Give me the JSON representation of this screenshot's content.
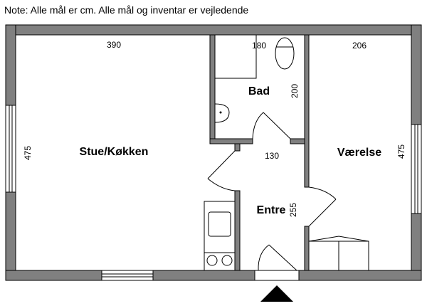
{
  "note": "Note: Alle mål er cm. Alle mål og inventar er vejledende",
  "rooms": {
    "living": {
      "label": "Stue/Køkken",
      "width": "390",
      "depth": "475"
    },
    "bath": {
      "label": "Bad",
      "width": "180",
      "depth": "200"
    },
    "hall": {
      "label": "Entre",
      "width": "130",
      "depth": "255"
    },
    "bedroom": {
      "label": "Værelse",
      "width": "206",
      "depth": "475"
    }
  },
  "colors": {
    "wall": "#808080"
  }
}
